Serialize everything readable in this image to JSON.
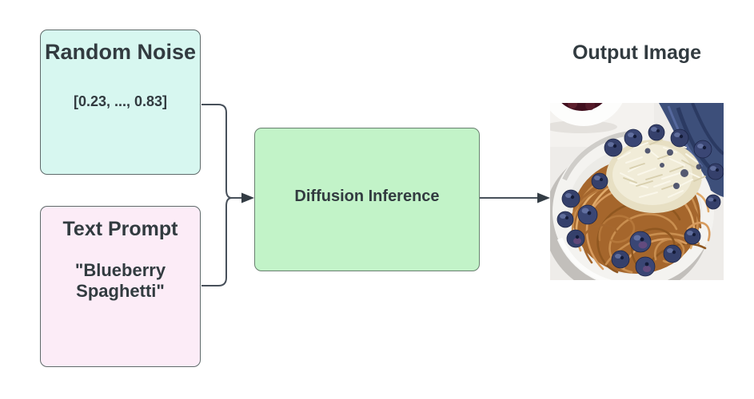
{
  "page": {
    "background": "#ffffff",
    "text_color": "#323b40"
  },
  "diagram": {
    "nodes": {
      "random_noise": {
        "title": "Random Noise",
        "value": "[0.23, ..., 0.83]",
        "fill": "#d7f7f0",
        "border": "#5f6a6a"
      },
      "text_prompt": {
        "title": "Text Prompt",
        "value": "\"Blueberry Spaghetti\"",
        "fill": "#fcecf7",
        "border": "#5f6a6a"
      },
      "diffusion_inference": {
        "label": "Diffusion Inference",
        "fill": "#c2f3c8",
        "border": "#68806f"
      },
      "output_image": {
        "title": "Output Image",
        "image_description": "AI-generated photo: white plate of spaghetti noodles topped with shredded cheese and fresh blueberries, with a small bowl of dark berries at top-left and a blue cloth at top-right"
      }
    },
    "connectors": {
      "line_color": "#47505a",
      "arrowhead_color": "#333c44"
    }
  }
}
